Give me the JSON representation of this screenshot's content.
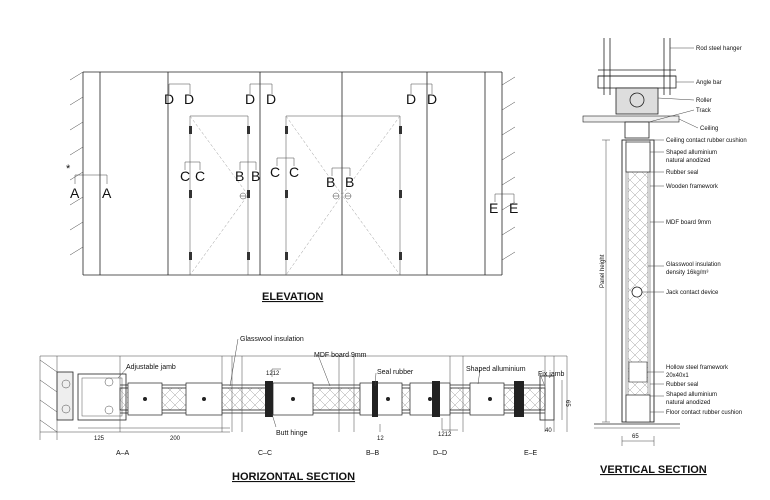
{
  "elevation": {
    "title": "ELEVATION",
    "markers": {
      "a_left": "A",
      "a_right": "A",
      "d1_left": "D",
      "d1_right": "D",
      "d2_left": "D",
      "d2_right": "D",
      "d3_left": "D",
      "d3_right": "D",
      "c1_left": "C",
      "c1_right": "C",
      "b1_left": "B",
      "b1_right": "B",
      "c2_left": "C",
      "c2_right": "C",
      "b2_left": "B",
      "b2_right": "B",
      "e_left": "E",
      "e_right": "E"
    }
  },
  "horizontal_section": {
    "title": "HORIZONTAL SECTION",
    "labels": {
      "glasswool": "Glasswool insulation",
      "mdf": "MDF board 9mm",
      "adjustable_jamb": "Adjustable jamb",
      "seal_rubber": "Seal rubber",
      "shaped_aluminium": "Shaped alluminium",
      "fix_jamb": "Fix jamb",
      "butt_hinge": "Butt hinge"
    },
    "dimensions": {
      "d125": "125",
      "d200": "200",
      "d1212_top": "1212",
      "d12": "12",
      "d1212_bottom": "1212",
      "d40": "40",
      "d65": "65"
    },
    "section_tags": {
      "aa": "A–A",
      "cc": "C–C",
      "bb": "B–B",
      "dd": "D–D",
      "ee": "E–E"
    }
  },
  "vertical_section": {
    "title": "VERTICAL SECTION",
    "labels": {
      "rod_hanger": "Rod steel hanger",
      "angle_bar": "Angle bar",
      "roller": "Roller",
      "track": "Track",
      "ceiling": "Ceiling",
      "ceiling_cushion": "Ceiling contact rubber cushion",
      "shaped_alu_1": "Shaped alluminium",
      "shaped_alu_1b": "natural anodized",
      "rubber_seal_1": "Rubber seal",
      "wooden_framework": "Wooden framework",
      "mdf": "MDF board 9mm",
      "glasswool_1": "Glasswool insulation",
      "glasswool_2": "density 16kg/m³",
      "jack": "Jack contact device",
      "hollow_1": "Hollow steel framework",
      "hollow_2": "20x40x1",
      "rubber_seal_2": "Rubber seal",
      "shaped_alu_2": "Shaped alluminium",
      "shaped_alu_2b": "natural anodized",
      "floor_cushion": "Floor contact rubber cushion",
      "panel_height": "Panel height",
      "d65": "65"
    }
  }
}
